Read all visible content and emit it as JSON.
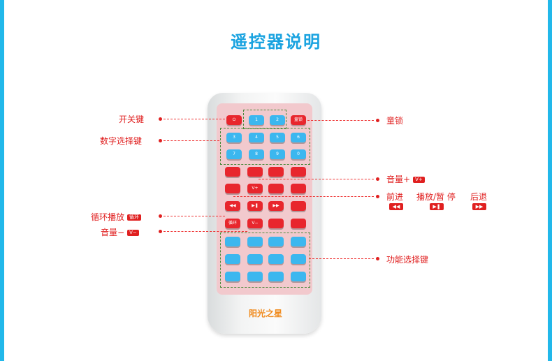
{
  "title": "遥控器说明",
  "labels": {
    "power": "开关键",
    "number_select": "数字选择键",
    "child_lock": "童锁",
    "volume_up": "音量+",
    "volume_up_badge": "V+",
    "prev": "前进",
    "play_pause": "播放/暂 停",
    "next": "后退",
    "loop": "循环播放",
    "loop_badge": "循环",
    "volume_down": "音量−",
    "volume_down_badge": "V−",
    "function_select": "功能选择键"
  },
  "remote": {
    "power_key": "⏻",
    "lock_key": "童锁",
    "numbers": [
      "1",
      "2",
      "3",
      "4",
      "5",
      "6",
      "7",
      "8",
      "9",
      "0"
    ],
    "logo": "阳光之星"
  },
  "colors": {
    "accent": "#22b8ea",
    "callout": "#e02020",
    "key_red": "#e8262d",
    "key_blue": "#3cb7ef",
    "face": "#f2c9cd"
  }
}
